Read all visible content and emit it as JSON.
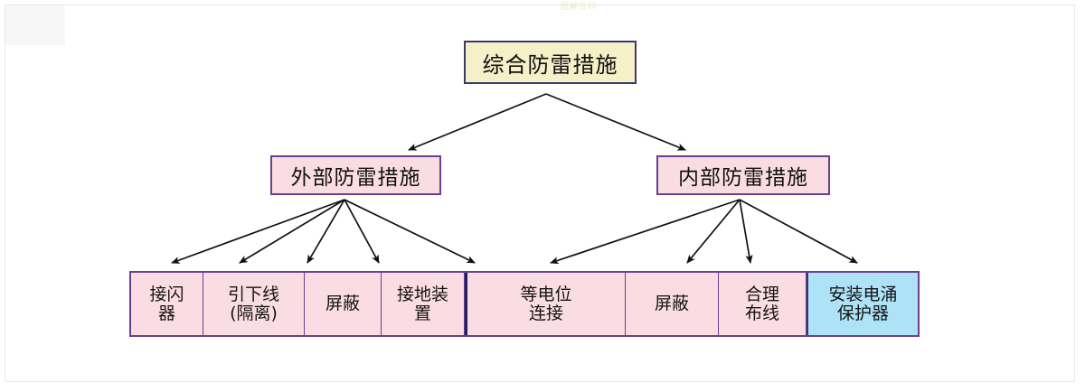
{
  "diagram": {
    "type": "tree",
    "root": {
      "label": "综合防雷措施",
      "color": "#f6f0c8",
      "border": "#3b3768"
    },
    "level2": [
      {
        "label": "外部防雷措施",
        "color": "#fadde2",
        "border": "#6b3f8e"
      },
      {
        "label": "内部防雷措施",
        "color": "#fadde2",
        "border": "#6b3f8e"
      }
    ],
    "leaves": [
      {
        "label": "接闪\n器",
        "group": "external",
        "color": "#fadde2"
      },
      {
        "label": "引下线\n(隔离)",
        "group": "external",
        "color": "#fadde2"
      },
      {
        "label": "屏蔽",
        "group": "external",
        "color": "#fadde2"
      },
      {
        "label": "接地装\n置",
        "group": "external",
        "color": "#fadde2"
      },
      {
        "label": "等电位\n连接",
        "group": "internal",
        "color": "#fadde2"
      },
      {
        "label": "屏蔽",
        "group": "internal",
        "color": "#fadde2"
      },
      {
        "label": "合理\n布线",
        "group": "internal",
        "color": "#fadde2"
      },
      {
        "label": "安装电涌\n保护器",
        "group": "internal",
        "color": "#ade2f7"
      }
    ],
    "watermark": "图解百科"
  }
}
